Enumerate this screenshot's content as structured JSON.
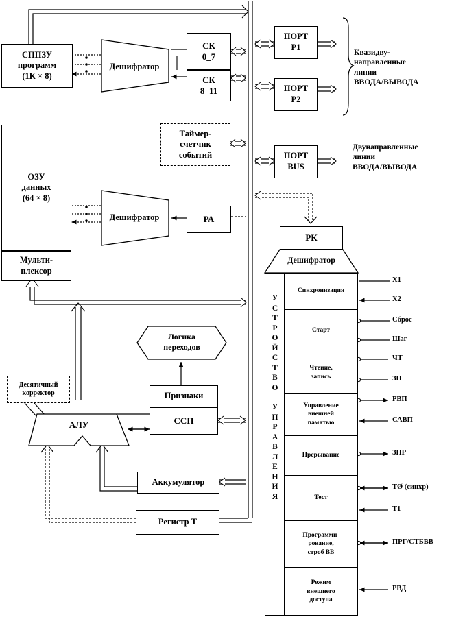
{
  "blocks": {
    "rom_line1": "СППЗУ",
    "rom_line2": "программ",
    "rom_line3": "(1К × 8)",
    "ram_line1": "ОЗУ",
    "ram_line2": "данных",
    "ram_line3": "(64 × 8)",
    "mux_line1": "Мульти-",
    "mux_line2": "плексор",
    "decoder_top": "Дешифратор",
    "decoder_mid": "Дешифратор",
    "ck1_line1": "СК",
    "ck1_line2": "0_7",
    "ck2_line1": "СК",
    "ck2_line2": "8_11",
    "timer_line1": "Таймер-",
    "timer_line2": "счетчик",
    "timer_line3": "событий",
    "ra": "РА",
    "port1_line1": "ПОРТ",
    "port1_line2": "Р1",
    "port2_line1": "ПОРТ",
    "port2_line2": "Р2",
    "portbus_line1": "ПОРТ",
    "portbus_line2": "BUS",
    "rk": "РК",
    "decoder_cu": "Дешифратор",
    "logic_line1": "Логика",
    "logic_line2": "переходов",
    "flags": "Признаки",
    "ssp": "ССП",
    "alu": "АЛУ",
    "decimal_line1": "Десятичный",
    "decimal_line2": "корректор",
    "accumulator": "Аккумулятор",
    "register_t": "Регистр Т"
  },
  "side_labels": {
    "quasi_line1": "Квазидву-",
    "quasi_line2": "направленные",
    "quasi_line3": "линии",
    "quasi_line4": "ВВОДА/ВЫВОДА",
    "bidir_line1": "Двунаправленные",
    "bidir_line2": "линии",
    "bidir_line3": "ВВОДА/ВЫВОДА"
  },
  "control_unit": {
    "vertical_title_1": "УСТРОЙСТВО",
    "vertical_title_2": "УПРАВЛЕНИЯ",
    "sections": [
      {
        "line1": "Синхронизация",
        "line2": "",
        "line3": ""
      },
      {
        "line1": "Старт",
        "line2": "",
        "line3": ""
      },
      {
        "line1": "Чтение,",
        "line2": "запись",
        "line3": ""
      },
      {
        "line1": "Управление",
        "line2": "внешней",
        "line3": "памятью"
      },
      {
        "line1": "Прерывание",
        "line2": "",
        "line3": ""
      },
      {
        "line1": "Тест",
        "line2": "",
        "line3": ""
      },
      {
        "line1": "Программи-",
        "line2": "рование,",
        "line3": "строб ВВ"
      },
      {
        "line1": "Режим",
        "line2": "внешнего",
        "line3": "доступа"
      }
    ],
    "signals": {
      "x1": "X1",
      "x2": "X2",
      "reset": "Сброс",
      "step": "Шаг",
      "rd": "ЧТ",
      "wr": "ЗП",
      "rvp": "РВП",
      "savp": "САВП",
      "zpr": "ЗПР",
      "t0": "ТØ (синхр)",
      "t1": "Т1",
      "prg": "ПРГ/СТБВВ",
      "rvd": "РВД"
    }
  }
}
